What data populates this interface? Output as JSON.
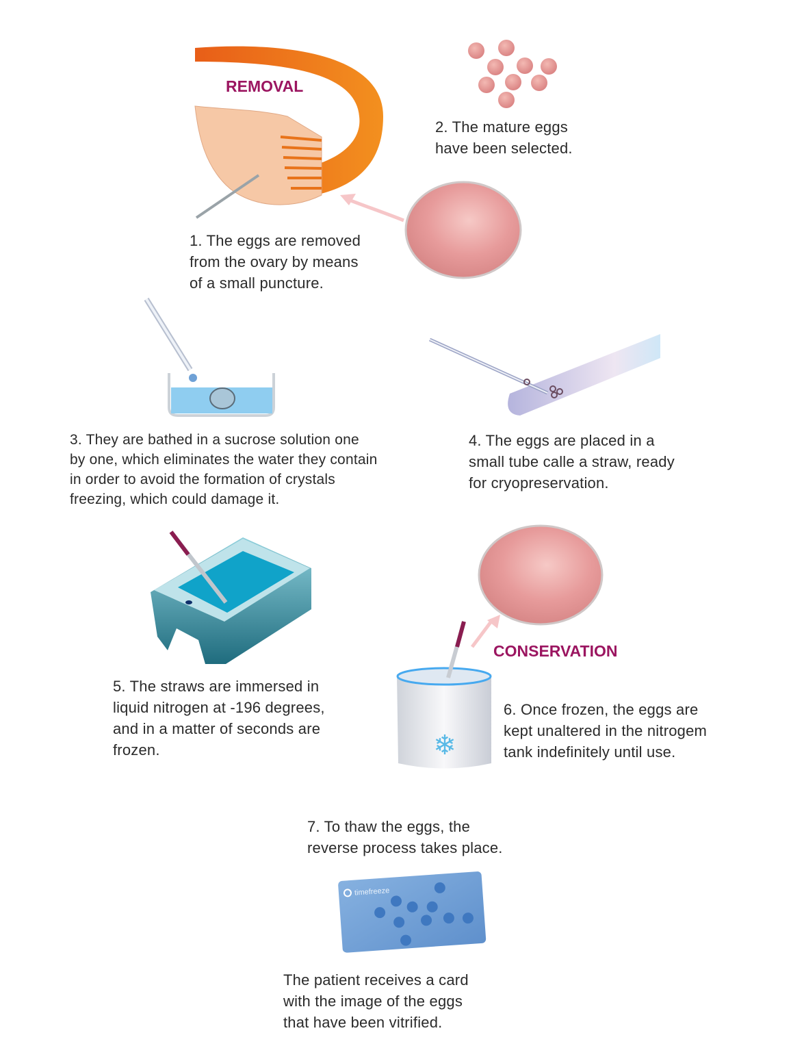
{
  "labels": {
    "removal": "REMOVAL",
    "conservation": "CONSERVATION"
  },
  "steps": {
    "step1": [
      "1. The eggs are removed",
      "from the ovary by means",
      "of a small puncture."
    ],
    "step2": [
      "2. The mature eggs",
      "have been selected."
    ],
    "step3": [
      "3. They are bathed in a sucrose solution one",
      "by one, which eliminates the water they contain",
      "in order to avoid the formation of crystals",
      "freezing, which could damage it."
    ],
    "step4": [
      "4. The eggs are placed in a",
      "small tube calle a straw, ready",
      "for cryopreservation."
    ],
    "step5": [
      "5. The straws are immersed in",
      "liquid nitrogen at -196 degrees,",
      "and in a matter of seconds are",
      "frozen."
    ],
    "step6": [
      "6. Once frozen, the eggs are",
      "kept unaltered in the nitrogem",
      "tank indefinitely until use."
    ],
    "step7": [
      "7. To thaw the eggs, the",
      "reverse process takes place."
    ],
    "card_caption": [
      "The patient receives a card",
      "with the image of the eggs",
      "that have been vitrified."
    ]
  },
  "card": {
    "brand": "timefreeze"
  },
  "colors": {
    "label": "#9b1560",
    "text": "#2a2a2a",
    "tube": "#e8731a",
    "egg": "#e99a9a",
    "card": "#6f9fd6"
  }
}
